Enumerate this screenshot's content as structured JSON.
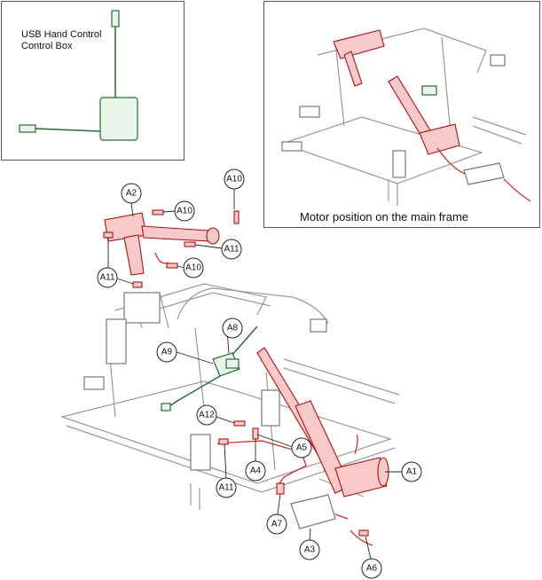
{
  "inset_left": {
    "label_line1": "USB Hand Control",
    "label_line2": "Control Box"
  },
  "inset_right": {
    "caption": "Motor position on the main frame"
  },
  "callouts": {
    "A1": "A1",
    "A2": "A2",
    "A3": "A3",
    "A4": "A4",
    "A5": "A5",
    "A6": "A6",
    "A7": "A7",
    "A8": "A8",
    "A9": "A9",
    "A10": "A10",
    "A11": "A11",
    "A12": "A12"
  },
  "colors": {
    "highlight": "#d42020",
    "electronics": "#2a6b35",
    "frame": "#999999"
  }
}
